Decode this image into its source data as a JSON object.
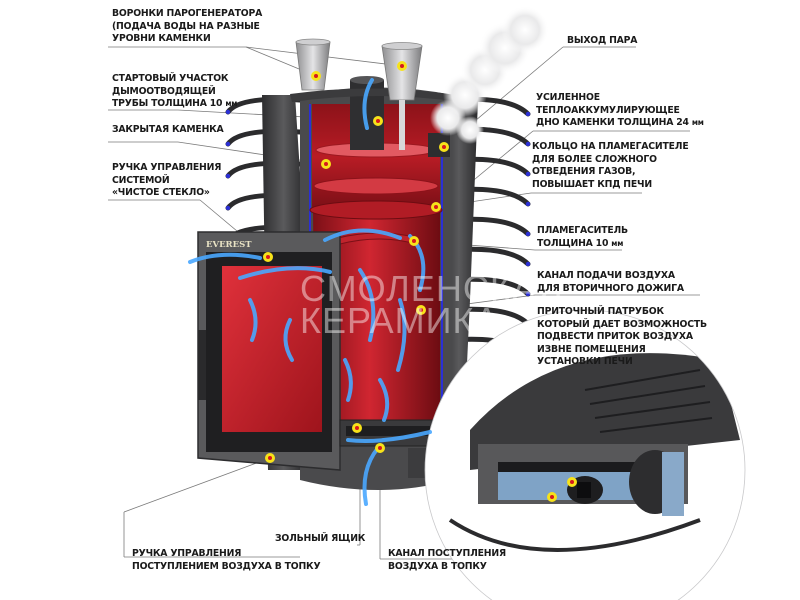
{
  "diagram": {
    "subject": "Банная печь EVEREST — разрез",
    "brand_logo": "EVEREST",
    "watermark": {
      "line1": "СМОЛЕНСКАЯ",
      "line2": "КЕРАМИКА"
    },
    "colors": {
      "firebox_red": "#c4202a",
      "body_dark": "#3a3a3c",
      "steel": "#6e6e70",
      "accent_blue": "#2b2fd6",
      "airflow_blue": "#4aa8ff",
      "marker_yellow": "#f7e21a",
      "marker_red": "#d6191d",
      "label_text": "#1a1a1a",
      "leader_line": "#7a7a7a"
    },
    "labels_left": [
      {
        "id": "funnels",
        "lines": [
          "ВОРОНКИ ПАРОГЕНЕРАТОРА",
          "(ПОДАЧА ВОДЫ НА РАЗНЫЕ",
          "УРОВНИ КАМЕНКИ"
        ]
      },
      {
        "id": "chimney-start",
        "lines": [
          "СТАРТОВЫЙ УЧАСТОК",
          "ДЫМООТВОДЯЩЕЙ",
          "ТРУБЫ ТОЛЩИНА 10"
        ],
        "unit": "мм"
      },
      {
        "id": "closed-heater",
        "lines": [
          "ЗАКРЫТАЯ КАМЕНКА"
        ]
      },
      {
        "id": "clean-glass-handle",
        "lines": [
          "РУЧКА УПРАВЛЕНИЯ",
          "СИСТЕМОЙ",
          "«ЧИСТОЕ СТЕКЛО»"
        ]
      }
    ],
    "labels_right": [
      {
        "id": "steam-outlet",
        "lines": [
          "ВЫХОД ПАРА"
        ]
      },
      {
        "id": "heater-bottom",
        "lines": [
          "УСИЛЕННОЕ",
          "ТЕПЛОАККУМУЛИРУЮЩЕЕ",
          "ДНО КАМЕНКИ ТОЛЩИНА 24"
        ],
        "unit": "мм"
      },
      {
        "id": "flame-ring",
        "lines": [
          "КОЛЬЦО НА ПЛАМЕГАСИТЕЛЕ",
          "ДЛЯ БОЛЕЕ СЛОЖНОГО",
          "ОТВЕДЕНИЯ ГАЗОВ,",
          "ПОВЫШАЕТ КПД ПЕЧИ"
        ]
      },
      {
        "id": "flame-arrester",
        "lines": [
          "ПЛАМЕГАСИТЕЛЬ",
          "ТОЛЩИНА 10"
        ],
        "unit": "мм"
      },
      {
        "id": "secondary-air",
        "lines": [
          "КАНАЛ ПОДАЧИ ВОЗДУХА",
          "ДЛЯ ВТОРИЧНОГО ДОЖИГА"
        ]
      },
      {
        "id": "inlet-pipe",
        "lines": [
          "ПРИТОЧНЫЙ ПАТРУБОК",
          "КОТОРЫЙ ДАЕТ ВОЗМОЖНОСТЬ",
          "ПОДВЕСТИ ПРИТОК ВОЗДУХА",
          "ИЗВНЕ ПОМЕЩЕНИЯ",
          "УСТАНОВКИ ПЕЧИ"
        ]
      }
    ],
    "labels_bottom": [
      {
        "id": "ash-box",
        "lines": [
          "ЗОЛЬНЫЙ ЯЩИК"
        ]
      },
      {
        "id": "air-control-handle",
        "lines": [
          "РУЧКА УПРАВЛЕНИЯ",
          "ПОСТУПЛЕНИЕМ ВОЗДУХА В ТОПКУ"
        ]
      },
      {
        "id": "air-channel",
        "lines": [
          "КАНАЛ ПОСТУПЛЕНИЯ",
          "ВОЗДУХА В ТОПКУ"
        ]
      }
    ]
  }
}
